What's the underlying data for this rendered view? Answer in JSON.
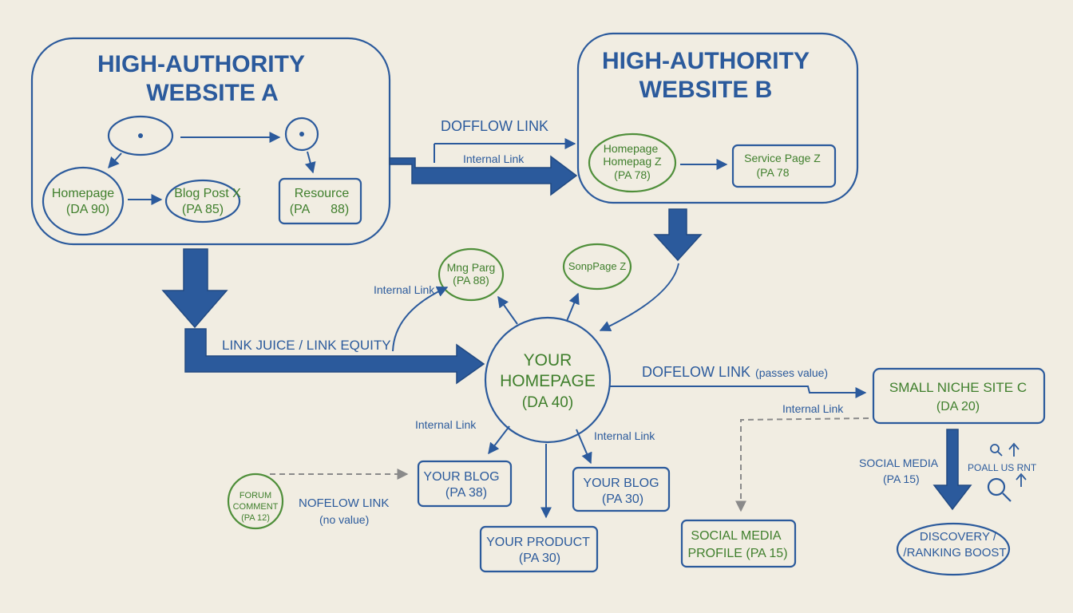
{
  "site_a": {
    "title_1": "HIGH-AUTHORITY",
    "title_2": "WEBSITE A",
    "homepage": "Homepage",
    "homepage_da": "(DA 90)",
    "blog_post": "Blog Post X",
    "blog_post_pa": "(PA 85)",
    "resource": "Resource",
    "resource_pa": "(PA      88)"
  },
  "site_b": {
    "title_1": "HIGH-AUTHORITY",
    "title_2": "WEBSITE B",
    "homepage_1": "Homepage",
    "homepage_2": "Homepag Z",
    "homepage_pa": "(PA 78)",
    "service_page": "Service Page Z",
    "service_page_pa": "(PA 78"
  },
  "edges": {
    "dofollow_top": "DOFFLOW LINK",
    "internal_top": "Internal Link",
    "link_juice": "LINK JUICE / LINK EQUITY",
    "internal_left": "Internal Link",
    "dofollow_mid": "DOFELOW LINK",
    "passes_value": "(passes value)",
    "internal_right": "Internal Link",
    "internal_blog": "Internal Link",
    "internal_blog2": "Internal Link",
    "nofollow": "NOFELOW LINK",
    "no_value": "(no value)",
    "social_media": "SOCIAL MEDIA",
    "social_media_pa": "(PA 15)",
    "poll": "POALL US RNT"
  },
  "hub": {
    "line_1": "YOUR",
    "line_2": "HOMEPAGE",
    "line_3": "(DA 40)"
  },
  "sat_left": {
    "line_1": "Mng Parg",
    "line_2": "(PA 88)"
  },
  "sat_right": {
    "line_1": "SonpPage Z"
  },
  "niche": {
    "line_1": "SMALL NICHE SITE C",
    "line_2": "(DA 20)"
  },
  "blog_left": {
    "line_1": "YOUR BLOG",
    "line_2": "(PA 38)"
  },
  "blog_right": {
    "line_1": "YOUR BLOG",
    "line_2": "(PA 30)"
  },
  "product": {
    "line_1": "YOUR PRODUCT",
    "line_2": "(PA 30)"
  },
  "forum": {
    "line_1": "FORUM",
    "line_2": "COMMENT",
    "line_3": "(PA 12)"
  },
  "social_profile": {
    "line_1": "SOCIAL MEDIA",
    "line_2": "PROFILE (PA 15)"
  },
  "discovery": {
    "line_1": "DISCOVERY /",
    "line_2": "/RANKING BOOST"
  },
  "colors": {
    "ink_blue": "#2b5a9c",
    "ink_green": "#3f7f2c",
    "paper": "#f1ede2"
  },
  "icons": [
    "magnifier-icon",
    "up-arrow-icon"
  ]
}
